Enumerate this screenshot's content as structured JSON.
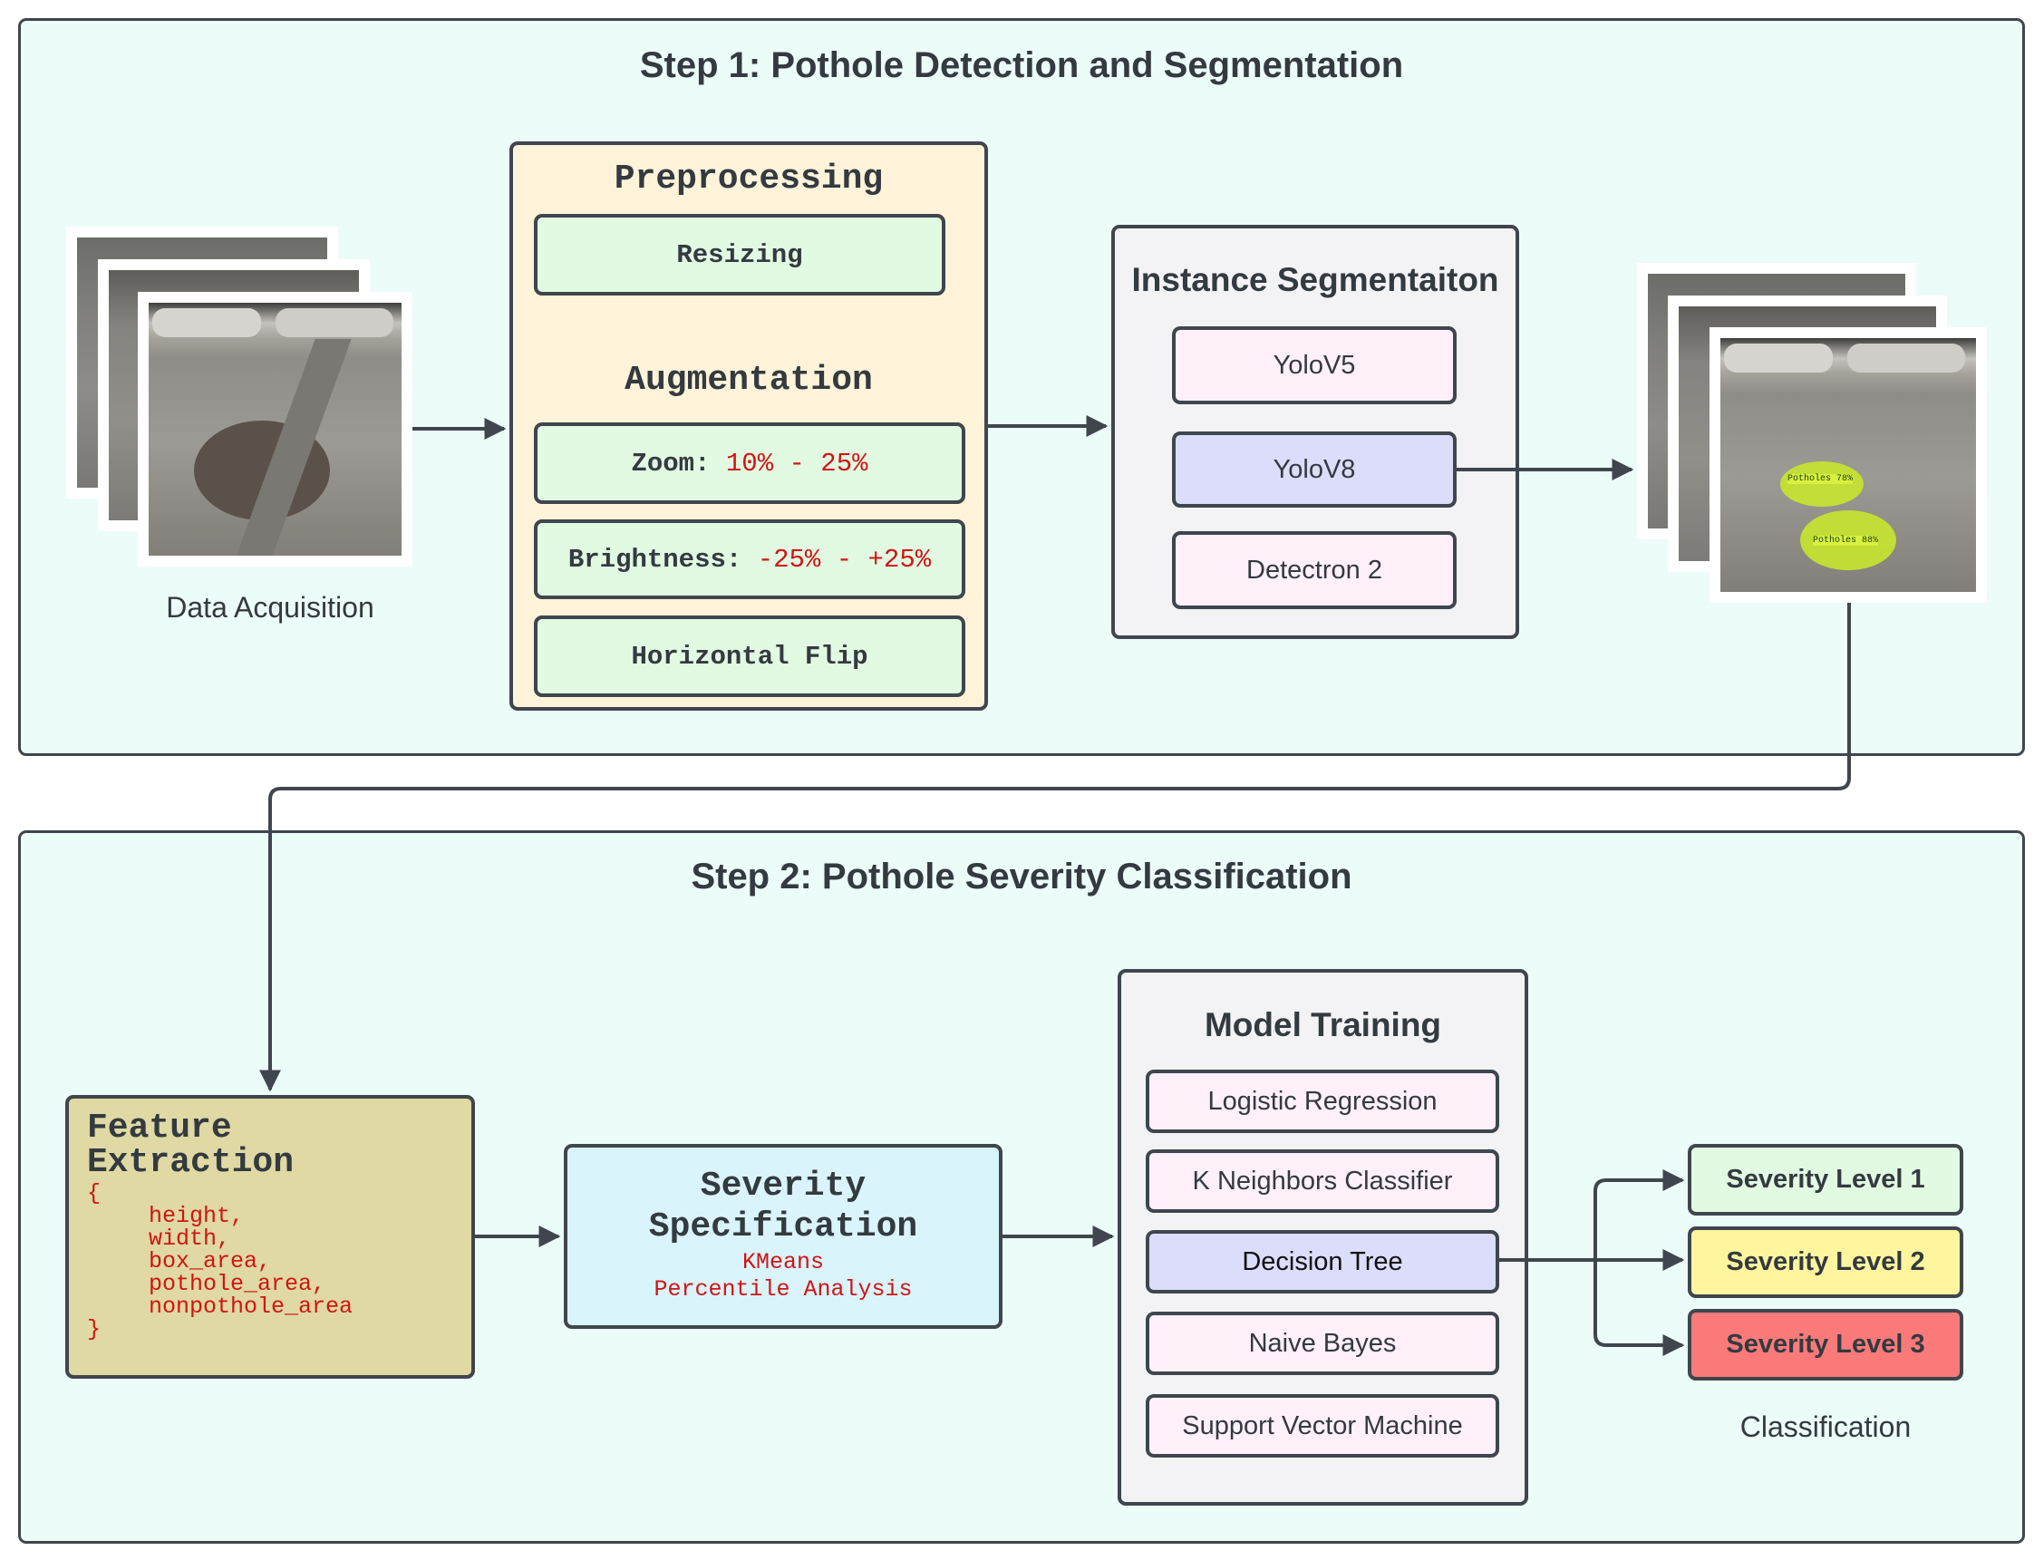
{
  "step1": {
    "title": "Step 1: Pothole Detection and Segmentation",
    "data_acquisition_caption": "Data Acquisition",
    "preprocessing": {
      "header": "Preprocessing",
      "resizing": "Resizing",
      "augmentation_header": "Augmentation",
      "zoom_label": "Zoom:",
      "zoom_value": "10% - 25%",
      "brightness_label": "Brightness:",
      "brightness_value": "-25% - +25%",
      "flip_label": "Horizontal Flip"
    },
    "segmentation": {
      "header": "Instance Segmentaiton",
      "models": [
        "YoloV5",
        "YoloV8",
        "Detectron 2"
      ]
    },
    "output_labels": [
      "Potholes 78%",
      "Potholes 88%"
    ]
  },
  "step2": {
    "title": "Step 2: Pothole Severity Classification",
    "feature_extraction": {
      "header_line1": "Feature",
      "header_line2": "Extraction",
      "open_brace": "{",
      "fields": [
        "height,",
        "width,",
        "box_area,",
        "pothole_area,",
        "nonpothole_area"
      ],
      "close_brace": "}"
    },
    "severity_spec": {
      "header_line1": "Severity",
      "header_line2": "Specification",
      "method1": "KMeans",
      "method2": "Percentile Analysis"
    },
    "model_training": {
      "header": "Model Training",
      "models": [
        "Logistic Regression",
        "K Neighbors Classifier",
        "Decision Tree",
        "Naive Bayes",
        "Support Vector Machine"
      ]
    },
    "classification": {
      "levels": [
        "Severity Level 1",
        "Severity Level 2",
        "Severity Level 3"
      ],
      "caption": "Classification"
    }
  },
  "colors": {
    "panel_bg": "#ecfcf8",
    "preprocessing_bg": "#fff3d9",
    "option_green": "#e2f9e2",
    "segmentation_bg": "#f3f3f5",
    "model_pink": "#fff0fa",
    "model_selected": "#dcdcfb",
    "feature_bg": "#e0d9a3",
    "severity_spec_bg": "#d9f4fb",
    "level1": "#e2f9e2",
    "level2": "#fff59e",
    "level3": "#fa7a7a",
    "accent_red": "#d11414",
    "stroke": "#3f464d"
  }
}
